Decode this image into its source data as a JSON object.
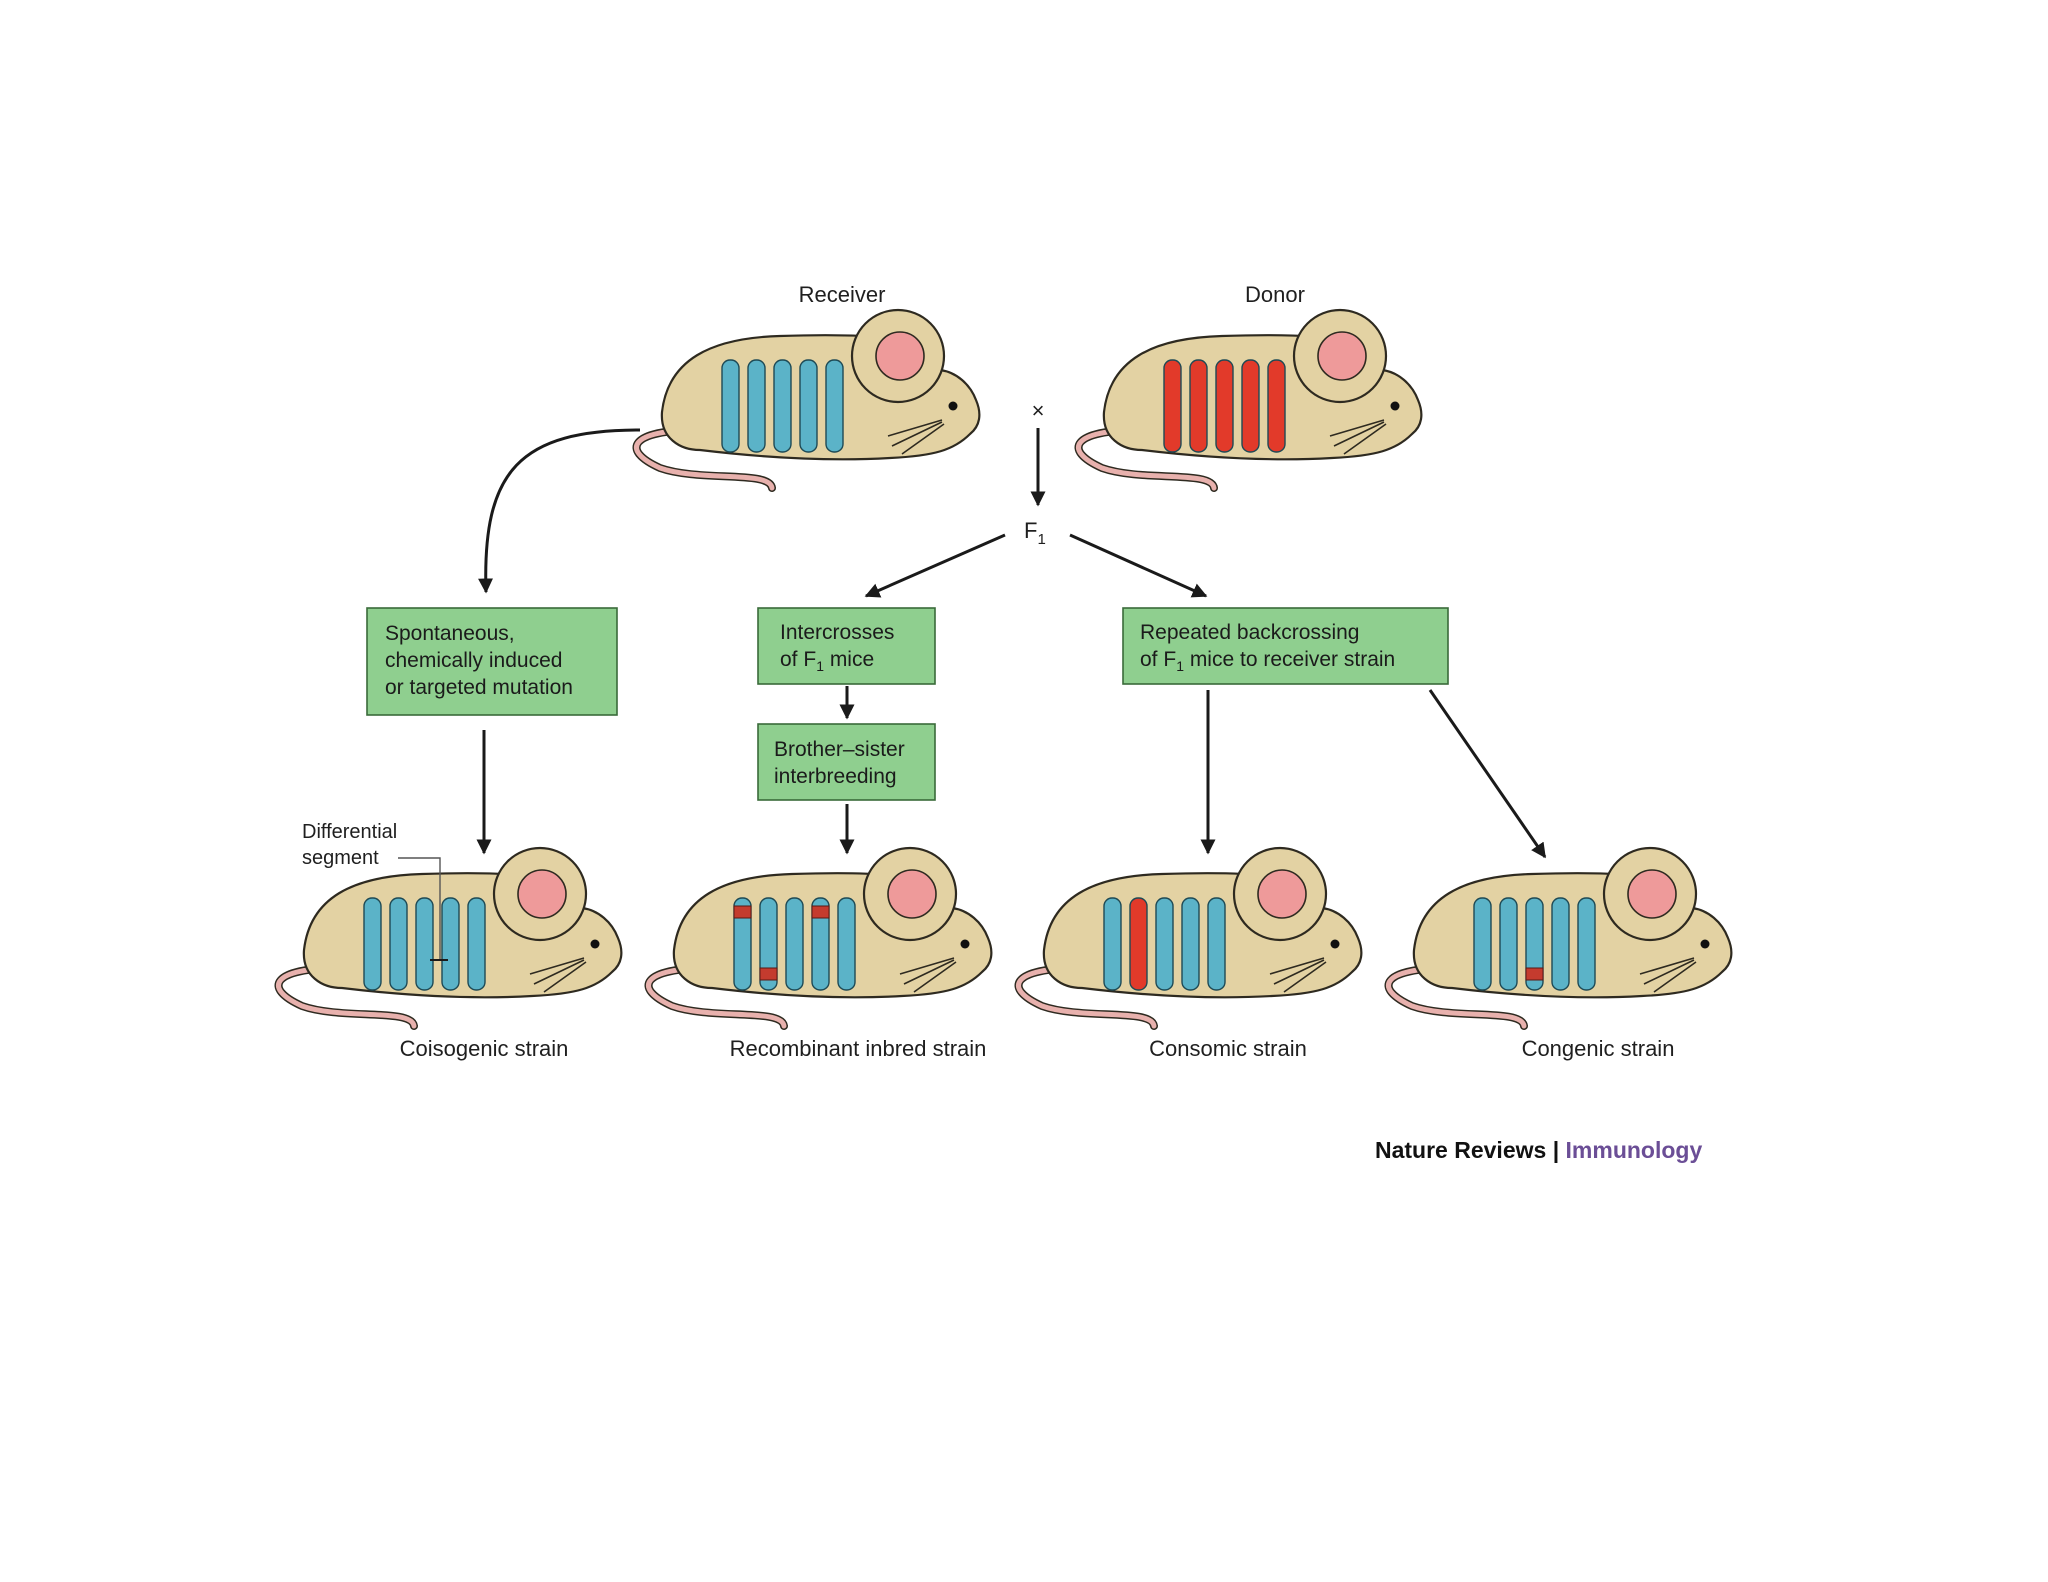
{
  "labels": {
    "receiver": "Receiver",
    "donor": "Donor",
    "cross": "×",
    "f1_base": "F",
    "f1_sub": "1",
    "differential_line1": "Differential",
    "differential_line2": "segment"
  },
  "boxes": {
    "mutation": [
      "Spontaneous,",
      "chemically induced",
      "or targeted mutation"
    ],
    "intercross": {
      "line1": "Intercrosses",
      "line2_pre": "of F",
      "line2_sub": "1",
      "line2_post": " mice"
    },
    "brother_sister": [
      "Brother–sister",
      "interbreeding"
    ],
    "backcross": {
      "line1": "Repeated backcrossing",
      "line2_pre": "of F",
      "line2_sub": "1",
      "line2_post": " mice to receiver strain"
    }
  },
  "strains": {
    "coisogenic": "Coisogenic strain",
    "recombinant": "Recombinant inbred strain",
    "consomic": "Consomic strain",
    "congenic": "Congenic strain"
  },
  "credit": {
    "journal": "Nature Reviews",
    "separator": " | ",
    "section": "Immunology"
  },
  "colors": {
    "chromosome_blue": "#5bb3c8",
    "chromosome_red": "#e23a2a",
    "segment_red": "#c43b2e",
    "box_green": "#8fcf8f",
    "credit_purple": "#6b4e96"
  },
  "mice": [
    {
      "id": "receiver",
      "chromosomes": [
        "blue",
        "blue",
        "blue",
        "blue",
        "blue"
      ],
      "segments": []
    },
    {
      "id": "donor",
      "chromosomes": [
        "red",
        "red",
        "red",
        "red",
        "red"
      ],
      "segments": []
    },
    {
      "id": "coisogenic",
      "chromosomes": [
        "blue",
        "blue",
        "blue",
        "blue",
        "blue"
      ],
      "segments": []
    },
    {
      "id": "recombinant",
      "chromosomes": [
        "blue",
        "blue",
        "blue",
        "blue",
        "blue"
      ],
      "segments": [
        {
          "chrom": 0,
          "pos": "top"
        },
        {
          "chrom": 1,
          "pos": "bottom"
        },
        {
          "chrom": 3,
          "pos": "top"
        }
      ]
    },
    {
      "id": "consomic",
      "chromosomes": [
        "blue",
        "red",
        "blue",
        "blue",
        "blue"
      ],
      "segments": []
    },
    {
      "id": "congenic",
      "chromosomes": [
        "blue",
        "blue",
        "blue",
        "blue",
        "blue"
      ],
      "segments": [
        {
          "chrom": 2,
          "pos": "bottom"
        }
      ]
    }
  ]
}
